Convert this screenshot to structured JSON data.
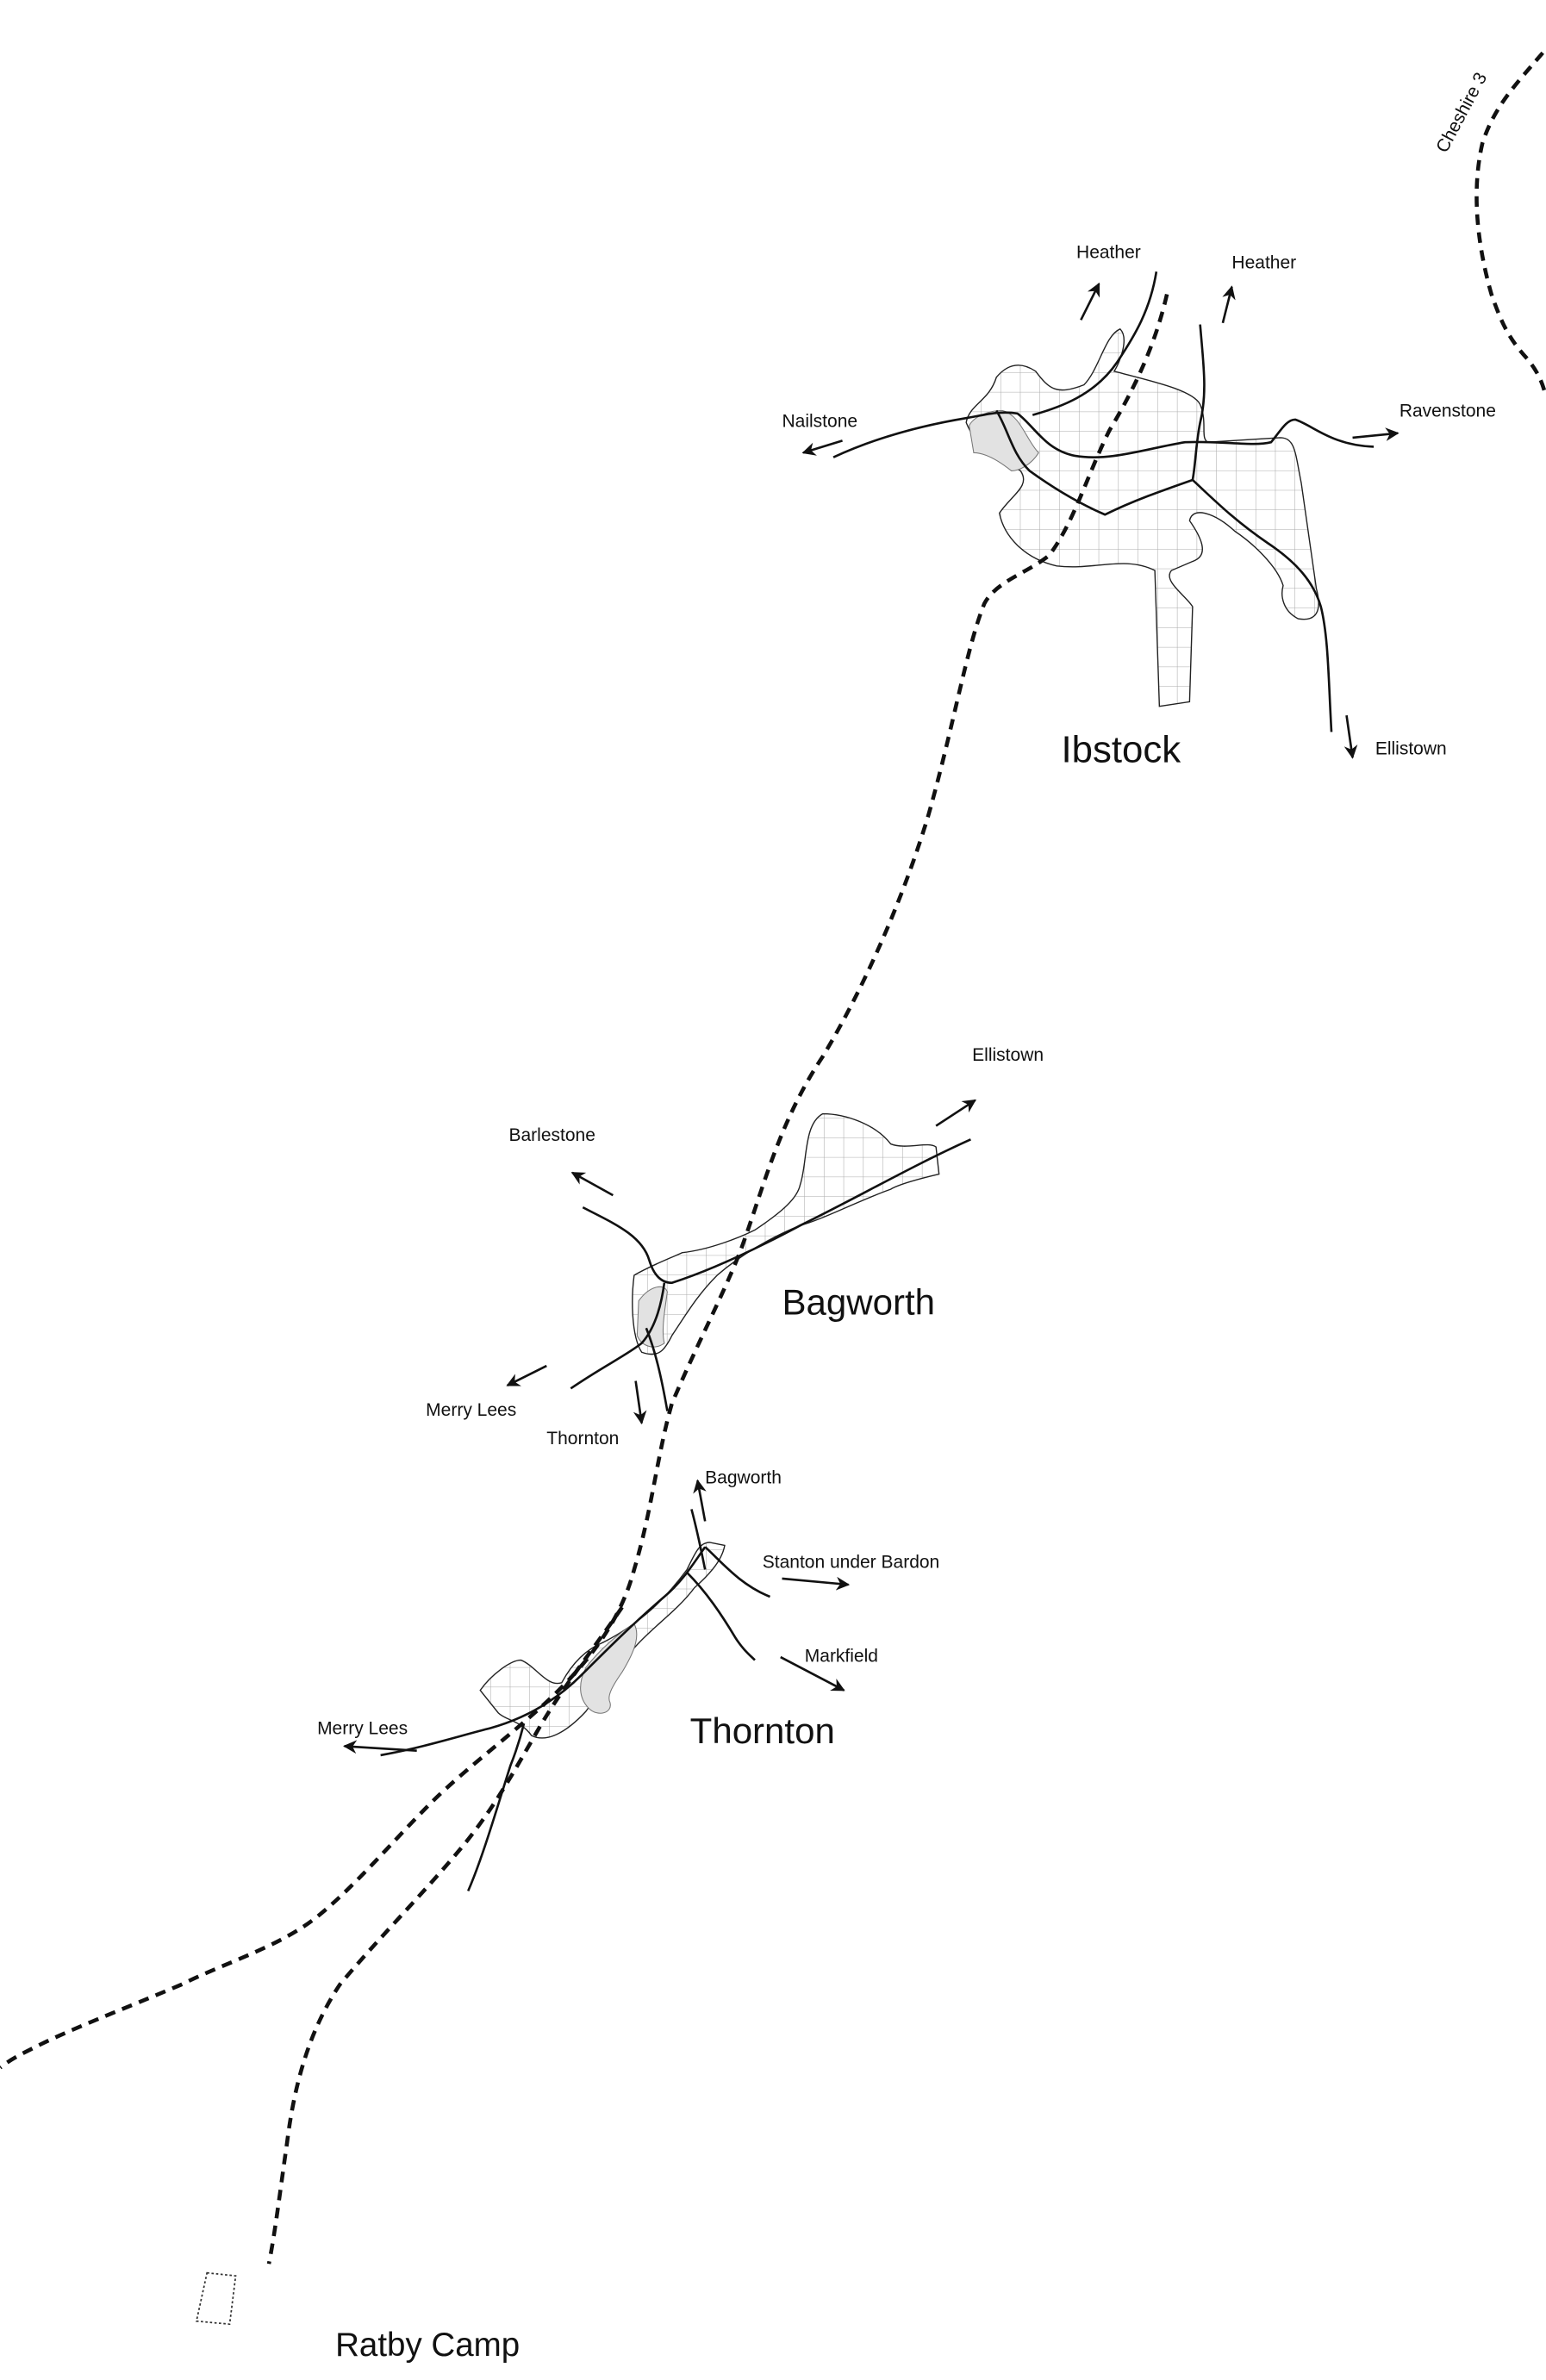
{
  "map": {
    "line_label": "Cheshire 3",
    "towns": {
      "ibstock": "Ibstock",
      "bagworth": "Bagworth",
      "thornton": "Thornton",
      "ratby_camp": "Ratby Camp"
    },
    "ibstock_destinations": {
      "heather_1": "Heather",
      "heather_2": "Heather",
      "ravenstone": "Ravenstone",
      "nailstone": "Nailstone",
      "ellistown": "Ellistown"
    },
    "bagworth_destinations": {
      "ellistown": "Ellistown",
      "barlestone": "Barlestone",
      "merry_lees": "Merry Lees",
      "thornton": "Thornton"
    },
    "thornton_destinations": {
      "bagworth": "Bagworth",
      "stanton": "Stanton under Bardon",
      "markfield": "Markfield",
      "merry_lees": "Merry Lees"
    }
  }
}
